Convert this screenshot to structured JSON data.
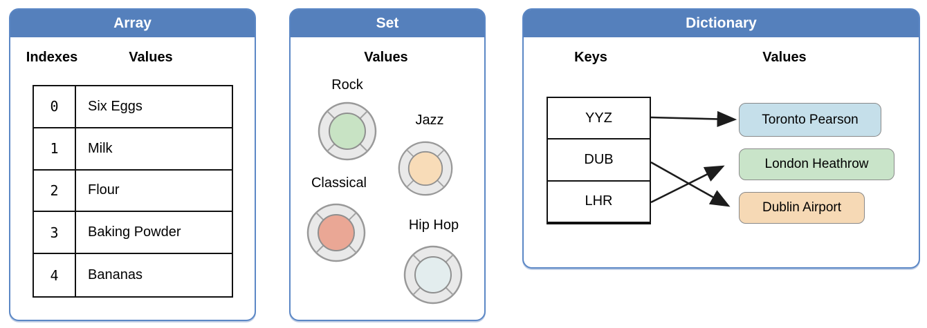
{
  "panels": {
    "array": {
      "title": "Array",
      "column_headers": {
        "indexes": "Indexes",
        "values": "Values"
      },
      "rows": [
        {
          "index": "0",
          "value": "Six Eggs"
        },
        {
          "index": "1",
          "value": "Milk"
        },
        {
          "index": "2",
          "value": "Flour"
        },
        {
          "index": "3",
          "value": "Baking Powder"
        },
        {
          "index": "4",
          "value": "Bananas"
        }
      ]
    },
    "set": {
      "title": "Set",
      "column_header": "Values",
      "items": [
        {
          "label": "Rock",
          "color": "#c8e3c4"
        },
        {
          "label": "Jazz",
          "color": "#f8dcb8"
        },
        {
          "label": "Classical",
          "color": "#eaa795"
        },
        {
          "label": "Hip Hop",
          "color": "#e3edee"
        }
      ]
    },
    "dictionary": {
      "title": "Dictionary",
      "column_headers": {
        "keys": "Keys",
        "values": "Values"
      },
      "keys": [
        "YYZ",
        "DUB",
        "LHR"
      ],
      "values": [
        {
          "label": "Toronto Pearson",
          "color": "#c5dfea"
        },
        {
          "label": "London Heathrow",
          "color": "#c9e4c9"
        },
        {
          "label": "Dublin Airport",
          "color": "#f6d9b5"
        }
      ],
      "mappings": [
        {
          "key": "YYZ",
          "value": "Toronto Pearson"
        },
        {
          "key": "DUB",
          "value": "Dublin Airport"
        },
        {
          "key": "LHR",
          "value": "London Heathrow"
        }
      ]
    }
  },
  "colors": {
    "header_blue": "#5580bc",
    "panel_border": "#5b87c5",
    "ring_fill": "#e9e9e9",
    "ring_stroke": "#999999",
    "arrow": "#1c1c1c"
  }
}
